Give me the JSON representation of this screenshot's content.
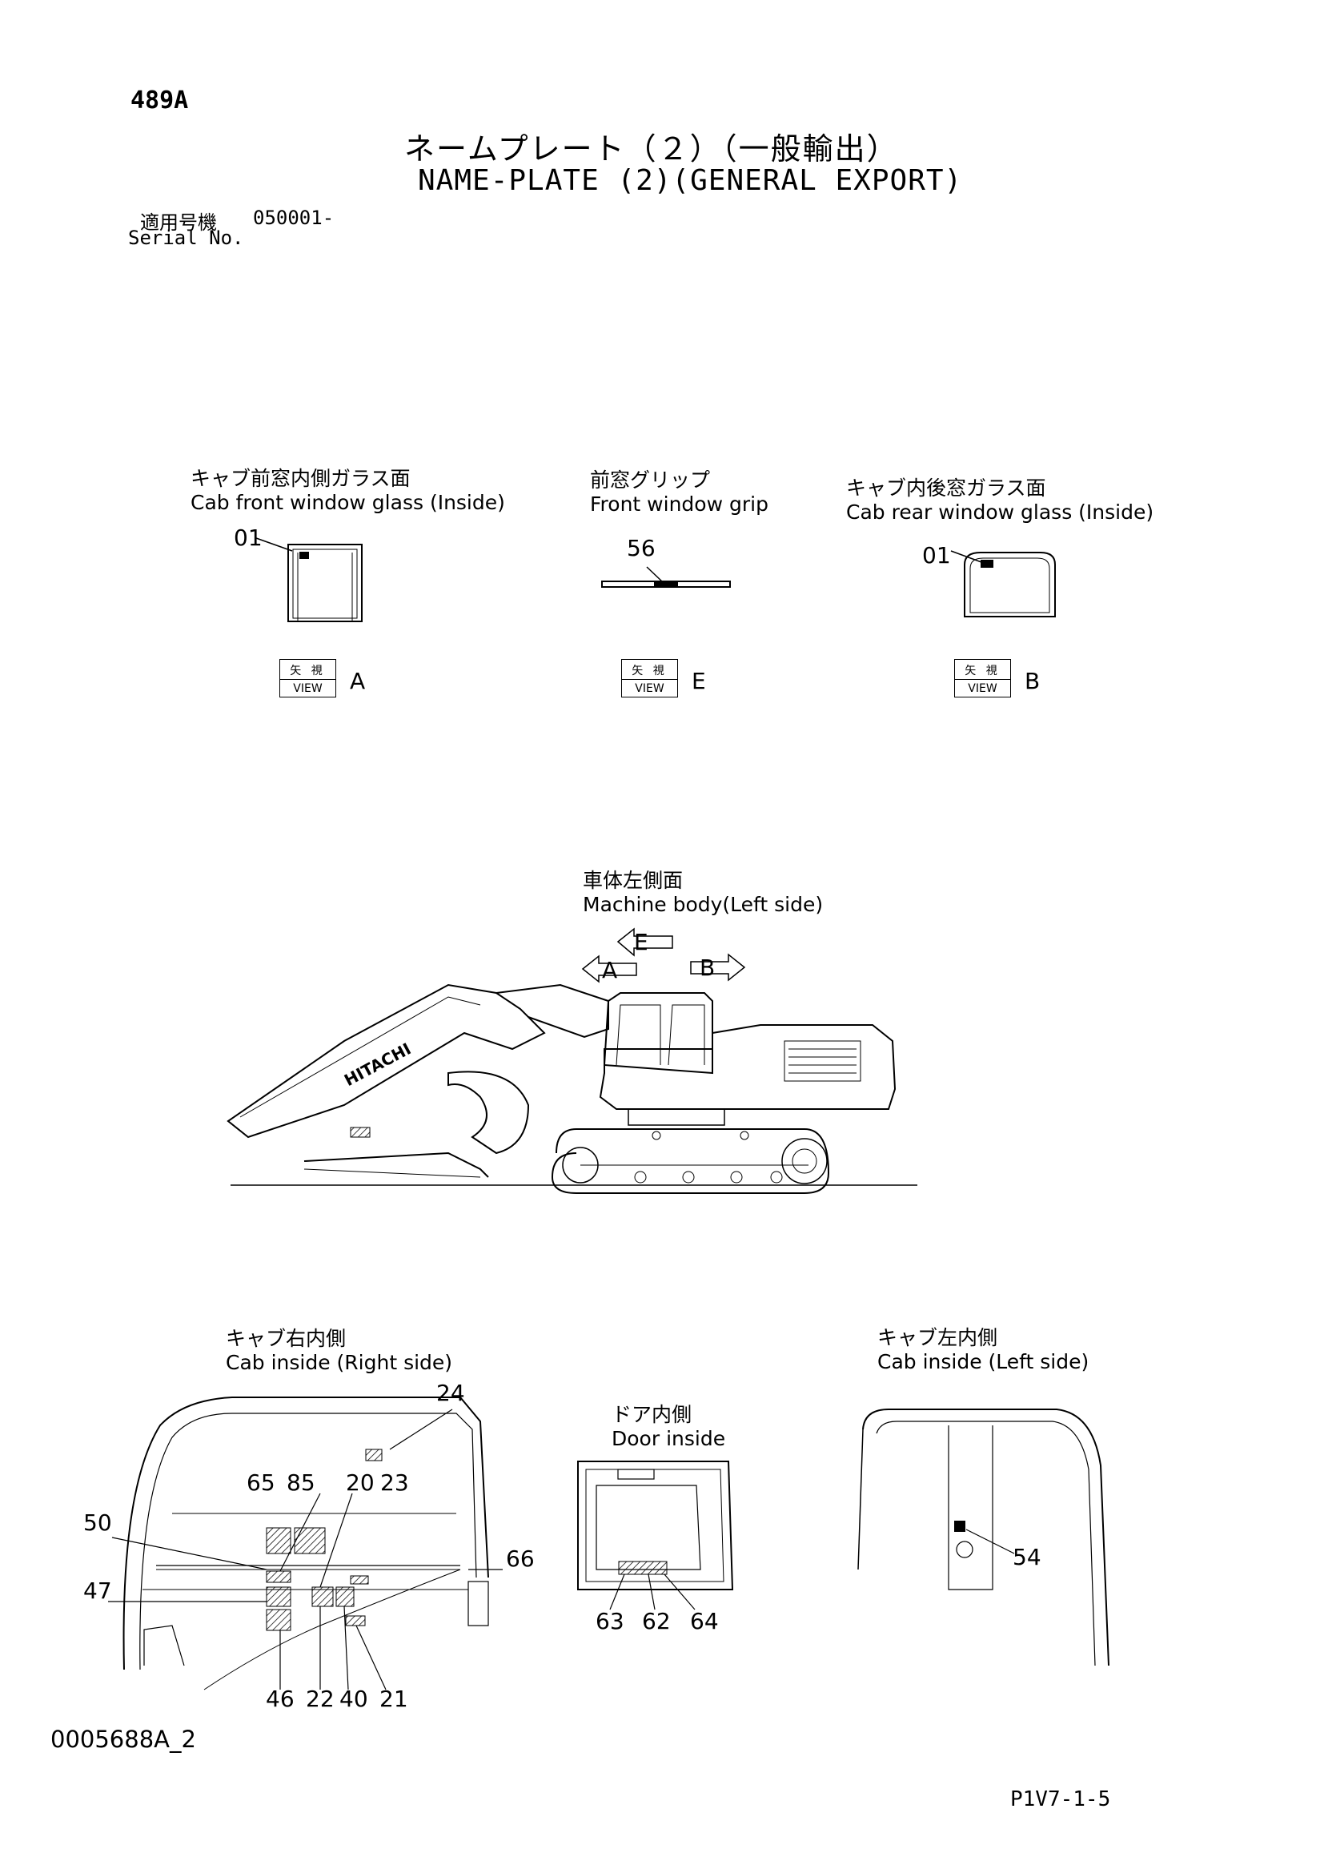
{
  "header": {
    "page_no": "489A",
    "title_jp": "ネームプレート（２）（一般輸出）",
    "title_en": "NAME-PLATE (2)(GENERAL EXPORT)",
    "serial_label_jp": "適用号機",
    "serial_value": "050001-",
    "serial_label_en": "Serial No."
  },
  "views": [
    {
      "label_jp": "キャブ前窓内側ガラス面",
      "label_en": "Cab front window glass (Inside)",
      "part": "01",
      "view_jp": "矢 視",
      "view_en": "VIEW",
      "letter": "A"
    },
    {
      "label_jp": "前窓グリップ",
      "label_en": "Front window grip",
      "part": "56",
      "view_jp": "矢 視",
      "view_en": "VIEW",
      "letter": "E"
    },
    {
      "label_jp": "キャブ内後窓ガラス面",
      "label_en": "Cab rear window glass (Inside)",
      "part": "01",
      "view_jp": "矢 視",
      "view_en": "VIEW",
      "letter": "B"
    }
  ],
  "machine": {
    "label_jp": "車体左側面",
    "label_en": "Machine body(Left side)",
    "arrows": [
      "E",
      "A",
      "B"
    ],
    "brand": "HITACHI"
  },
  "cab_right": {
    "label_jp": "キャブ右内側",
    "label_en": "Cab inside (Right side)",
    "parts": [
      "24",
      "65",
      "85",
      "20",
      "23",
      "50",
      "66",
      "47",
      "46",
      "22",
      "40",
      "21"
    ]
  },
  "door": {
    "label_jp": "ドア内側",
    "label_en": "Door inside",
    "parts": [
      "63",
      "62",
      "64"
    ]
  },
  "cab_left": {
    "label_jp": "キャブ左内側",
    "label_en": "Cab inside (Left side)",
    "parts": [
      "54"
    ]
  },
  "footer": {
    "doc_no": "0005688A_2",
    "page_ref": "P1V7-1-5"
  }
}
